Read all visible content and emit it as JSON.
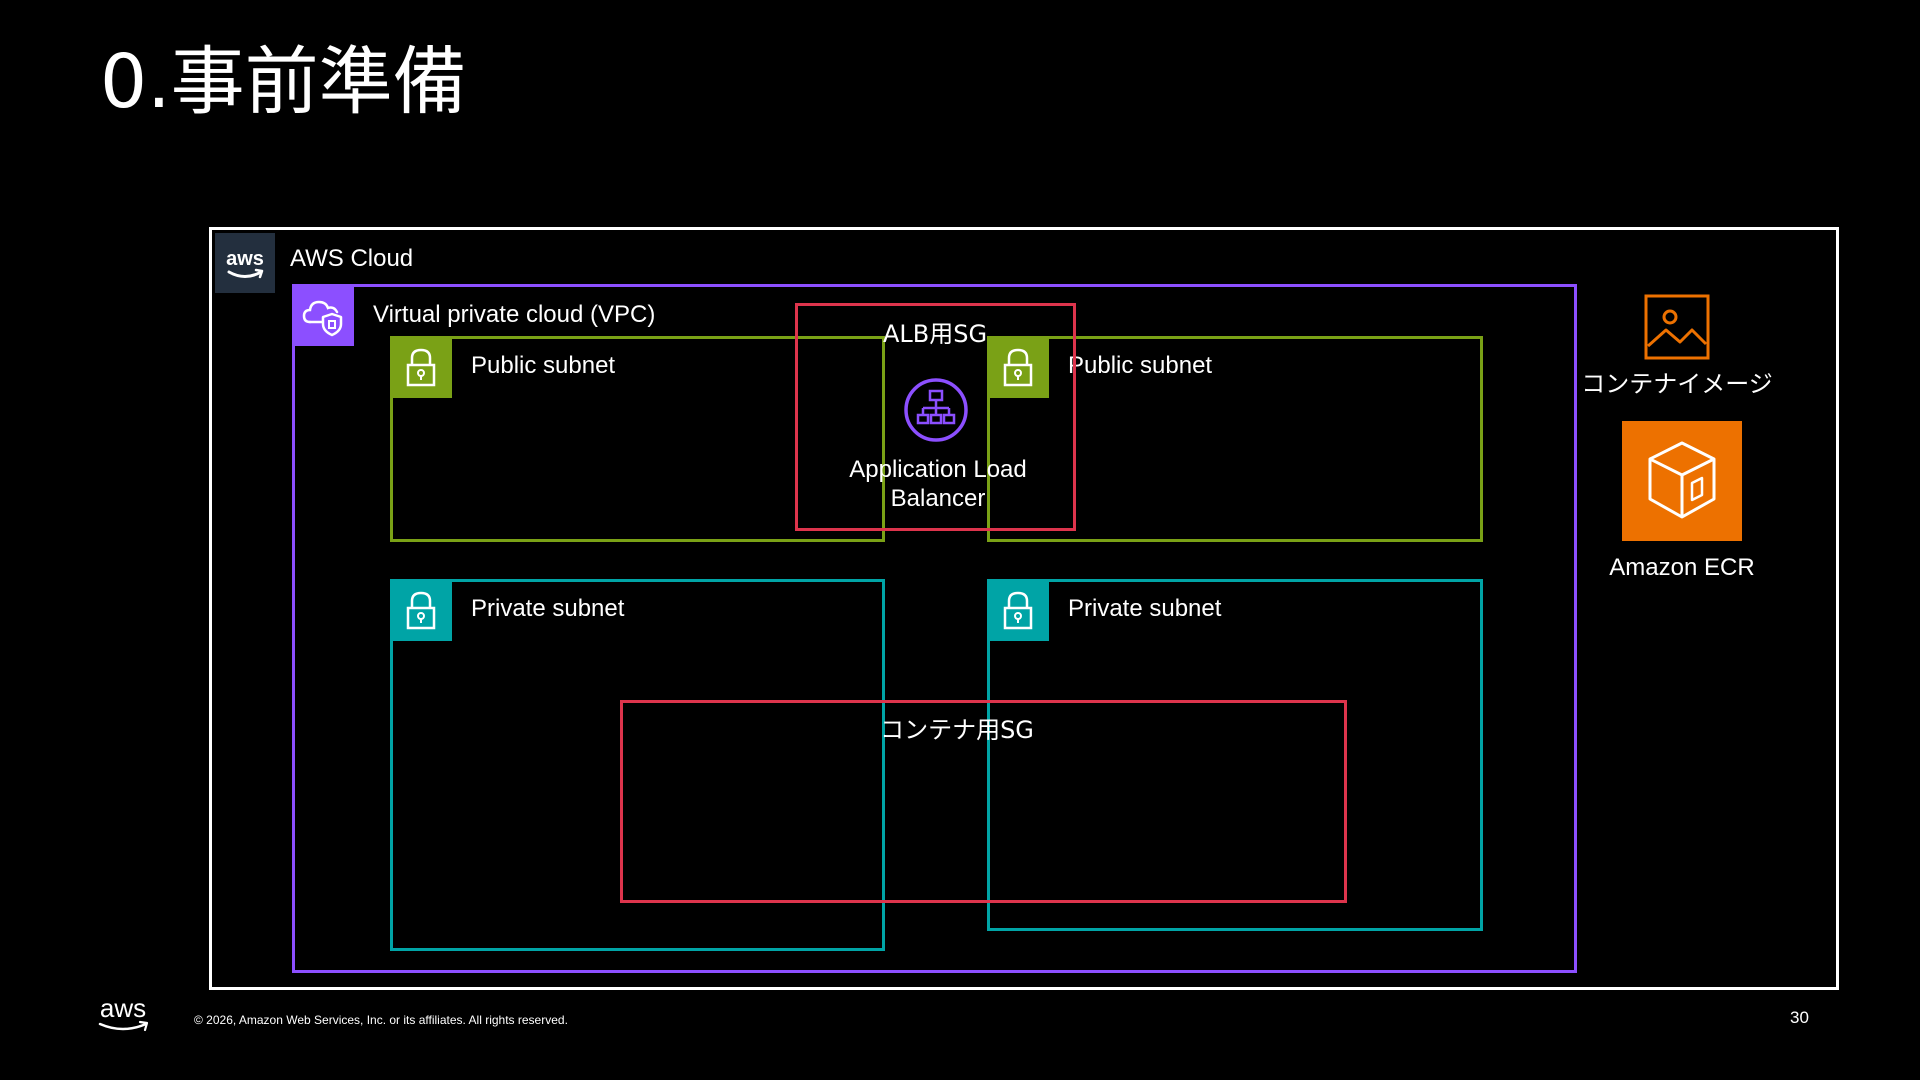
{
  "slide": {
    "title": "0.事前準備",
    "footer_copyright": "© 2026, Amazon Web Services, Inc. or its affiliates. All rights reserved.",
    "page_number": "30",
    "logo_text": "aws"
  },
  "diagram": {
    "cloud": {
      "label": "AWS Cloud",
      "badge_text": "aws",
      "icon": "aws-logo-icon",
      "color": "#ffffff"
    },
    "vpc": {
      "label": "Virtual private cloud (VPC)",
      "icon": "vpc-cloud-icon",
      "color": "#8c4fff"
    },
    "public_subnets": [
      {
        "label": "Public subnet",
        "icon": "lock-icon",
        "color": "#7aa116"
      },
      {
        "label": "Public subnet",
        "icon": "lock-icon",
        "color": "#7aa116"
      }
    ],
    "private_subnets": [
      {
        "label": "Private subnet",
        "icon": "lock-icon",
        "color": "#00a4a6"
      },
      {
        "label": "Private subnet",
        "icon": "lock-icon",
        "color": "#00a4a6"
      }
    ],
    "security_groups": [
      {
        "label": "ALB用SG",
        "color": "#dd344c"
      },
      {
        "label": "コンテナ用SG",
        "color": "#dd344c"
      }
    ],
    "alb": {
      "label_line1": "Application Load",
      "label_line2": "Balancer",
      "icon": "load-balancer-icon",
      "color": "#8c4fff"
    },
    "container_image": {
      "label": "コンテナイメージ",
      "icon": "image-icon",
      "color": "#ed7100"
    },
    "ecr": {
      "label": "Amazon ECR",
      "icon": "ecr-icon",
      "color": "#ed7100"
    }
  }
}
